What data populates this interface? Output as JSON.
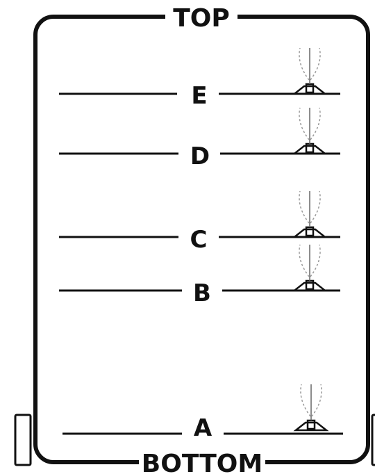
{
  "frame": {
    "top_label": "TOP",
    "bottom_label": "BOTTOM"
  },
  "levels": [
    {
      "label": "E"
    },
    {
      "label": "D"
    },
    {
      "label": "C"
    },
    {
      "label": "B"
    },
    {
      "label": "A"
    }
  ],
  "colors": {
    "ink": "#111111",
    "spray": "#999999"
  }
}
